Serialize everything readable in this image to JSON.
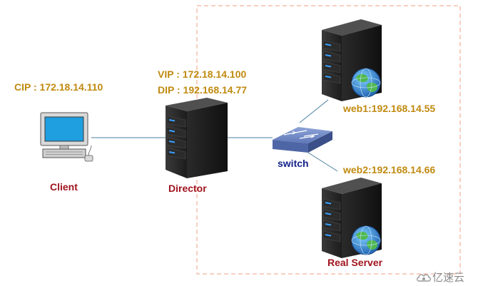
{
  "client": {
    "ip_label": "CIP : 172.18.14.110",
    "name": "Client"
  },
  "director": {
    "vip_label": "VIP : 172.18.14.100",
    "dip_label": "DIP : 192.168.14.77",
    "name": "Director"
  },
  "switch": {
    "name": "switch"
  },
  "web1": {
    "label": "web1:192.168.14.55"
  },
  "web2": {
    "label": "web2:192.168.14.66"
  },
  "real_server_group": {
    "name": "Real Server"
  },
  "watermark": {
    "text": "亿速云"
  },
  "colors": {
    "ip_label": "#c08a10",
    "node_label": "#a0141e",
    "switch_label": "#14238a",
    "dashed_border": "#f0a080",
    "link": "#4a7fa0"
  }
}
